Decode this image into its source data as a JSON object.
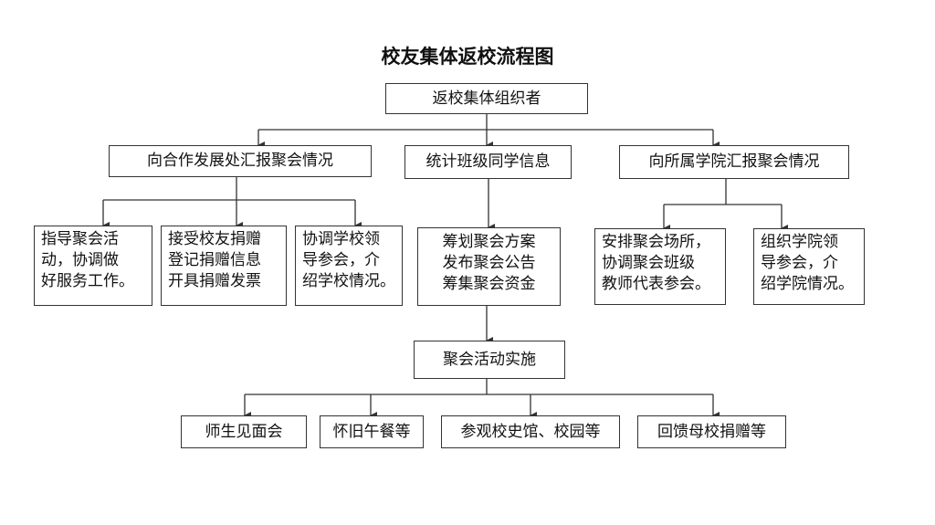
{
  "title": "校友集体返校流程图",
  "nodes": {
    "organizer": "返校集体组织者",
    "report_cooperation": "向合作发展处汇报聚会情况",
    "collect_info": "统计班级同学信息",
    "report_college": "向所属学院汇报聚会情况",
    "guide_activity": "指导聚会活\n动，协调做\n好服务工作。",
    "accept_donation": "接受校友捐赠\n登记捐赠信息\n开具捐赠发票",
    "coordinate_leaders": "协调学校领\n导参会，介\n绍学校情况。",
    "plan_party": "筹划聚会方案\n发布聚会公告\n筹集聚会资金",
    "arrange_venue": "安排聚会场所，\n协调聚会班级\n教师代表参会。",
    "organize_college_leaders": "组织学院领\n导参会，介\n绍学院情况。",
    "implement": "聚会活动实施",
    "meet_teachers": "师生见面会",
    "nostalgic_meal": "怀旧午餐等",
    "visit_campus": "参观校史馆、校园等",
    "give_back": "回馈母校捐赠等"
  },
  "colors": {
    "line": "#333333",
    "border": "#333333",
    "text": "#111111"
  }
}
